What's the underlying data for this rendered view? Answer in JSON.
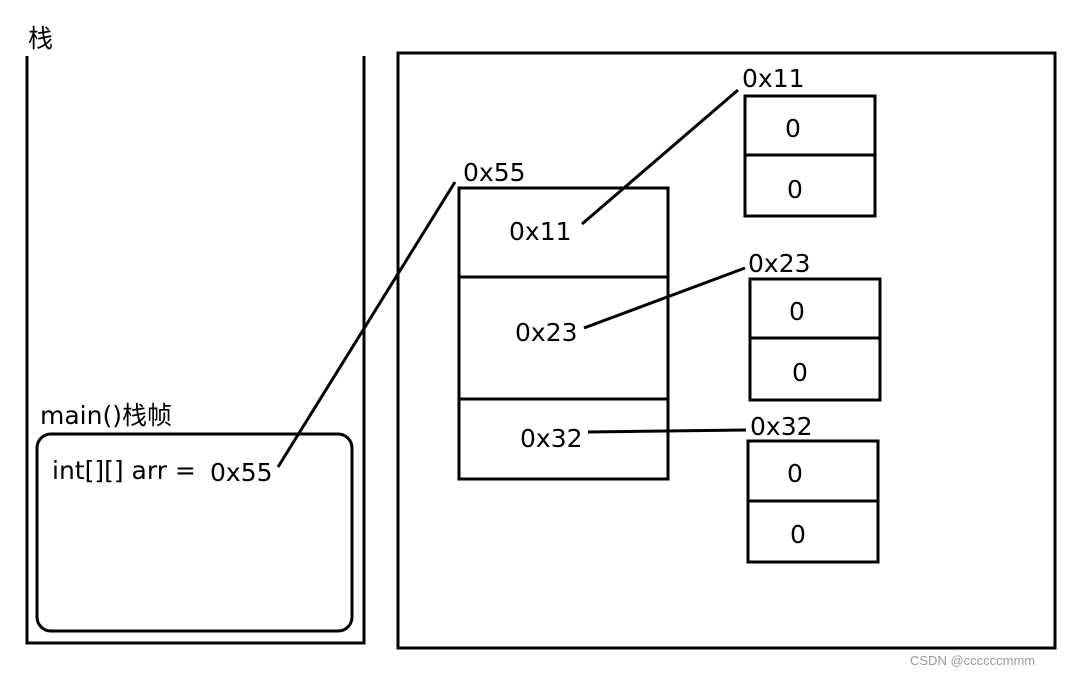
{
  "stack": {
    "title": "栈",
    "frame_title": "main()栈帧",
    "variable_decl": "int[][] arr =",
    "variable_value": "0x55"
  },
  "heap": {
    "outer_array": {
      "address": "0x55",
      "cells": [
        "0x11",
        "0x23",
        "0x32"
      ]
    },
    "inner_arrays": [
      {
        "address": "0x11",
        "cells": [
          "0",
          "0"
        ]
      },
      {
        "address": "0x23",
        "cells": [
          "0",
          "0"
        ]
      },
      {
        "address": "0x32",
        "cells": [
          "0",
          "0"
        ]
      }
    ]
  },
  "watermark": "CSDN @ccccccmmm"
}
